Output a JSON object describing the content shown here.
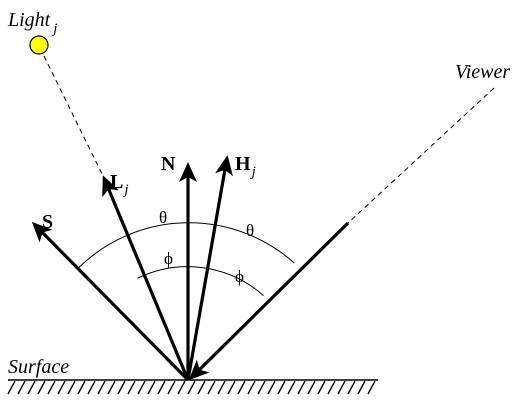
{
  "labels": {
    "light": "Light",
    "light_sub": "j",
    "viewer": "Viewer",
    "surface": "Surface",
    "S": "S",
    "L": "L",
    "L_sub": "j",
    "N": "N",
    "H": "H",
    "H_sub": "j",
    "theta_left": "θ",
    "theta_right": "θ",
    "phi_left": "ϕ",
    "phi_right": "ϕ"
  },
  "colors": {
    "light_fill": "#ffff00",
    "ink": "#000000"
  }
}
